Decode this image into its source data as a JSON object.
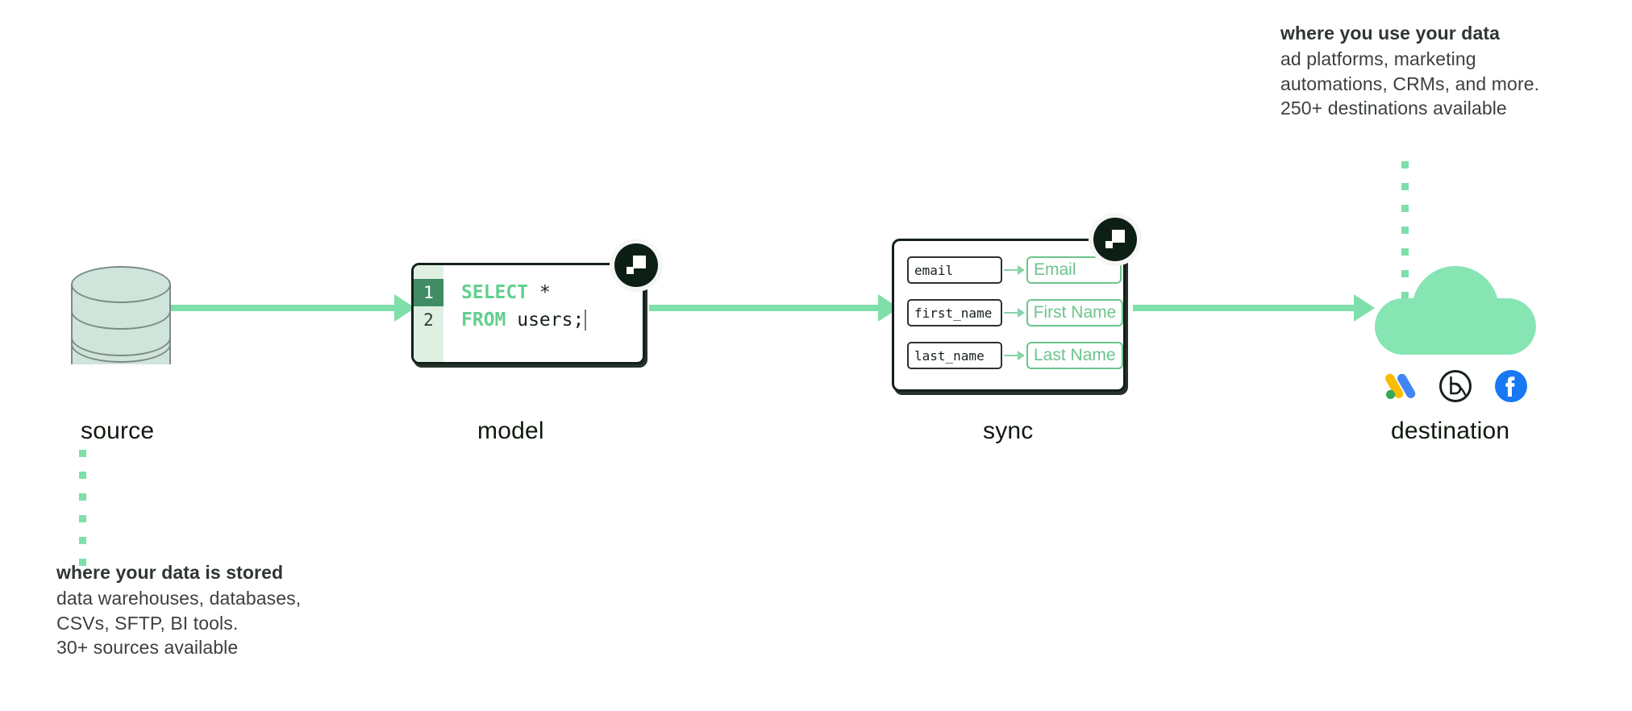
{
  "diagram": {
    "title_flow": "source to model to sync to destination",
    "accent_green": "#7fdfab",
    "cloud_green": "#87e5b4",
    "ink": "#14201a"
  },
  "callouts": {
    "destination": {
      "title": "where you use your data",
      "lines": [
        "ad platforms, marketing",
        "automations, CRMs, and more.",
        "250+ destinations available"
      ]
    },
    "source": {
      "title": "where your data is stored",
      "lines": [
        "data warehouses, databases,",
        "CSVs, SFTP, BI tools.",
        "30+ sources available"
      ]
    }
  },
  "labels": {
    "source": "source",
    "model": "model",
    "sync": "sync",
    "destination": "destination"
  },
  "model": {
    "badge_icon": "hightouch-logo-icon",
    "lines": [
      {
        "number": "1",
        "active": true,
        "keyword": "SELECT",
        "rest": " *"
      },
      {
        "number": "2",
        "active": false,
        "keyword": "FROM",
        "rest": " users;"
      }
    ]
  },
  "sync": {
    "badge_icon": "hightouch-logo-icon",
    "mappings": [
      {
        "from": "email",
        "to": "Email"
      },
      {
        "from": "first_name",
        "to": "First Name"
      },
      {
        "from": "last_name",
        "to": "Last Name"
      }
    ]
  },
  "destination": {
    "icons": [
      "google-ads-icon",
      "braze-icon",
      "facebook-icon"
    ]
  },
  "dots": {
    "source_count": 6,
    "destination_count": 7
  }
}
